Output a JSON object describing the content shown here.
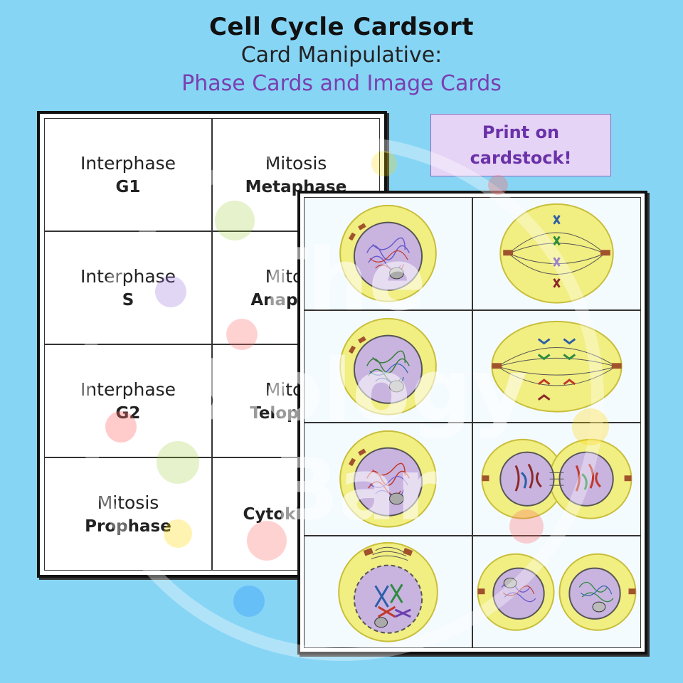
{
  "header": {
    "title": "Cell Cycle Cardsort",
    "subtitle": "Card Manipulative:",
    "subtitle2": "Phase Cards and Image Cards"
  },
  "cardstock": {
    "line1": "Print on",
    "line2": "cardstock!"
  },
  "phase_cards": [
    {
      "line1": "Interphase",
      "line2": "G1"
    },
    {
      "line1": "Mitosis",
      "line2": "Metaphase"
    },
    {
      "line1": "Interphase",
      "line2": "S"
    },
    {
      "line1": "Mitosis",
      "line2": "Anaphase"
    },
    {
      "line1": "Interphase",
      "line2": "G2"
    },
    {
      "line1": "Mitosis",
      "line2": "Telophase"
    },
    {
      "line1": "Mitosis",
      "line2": "Prophase"
    },
    {
      "line1": "",
      "line2": "Cytokinesis"
    }
  ],
  "watermark": {
    "text1": "The",
    "text2": "Biology",
    "text3": "Bar"
  },
  "colors": {
    "background": "#87d5f5",
    "title_purple": "#7a3fb0",
    "cell_yellow": "#f1ee82",
    "nucleus_purple": "#c9b4e0"
  }
}
